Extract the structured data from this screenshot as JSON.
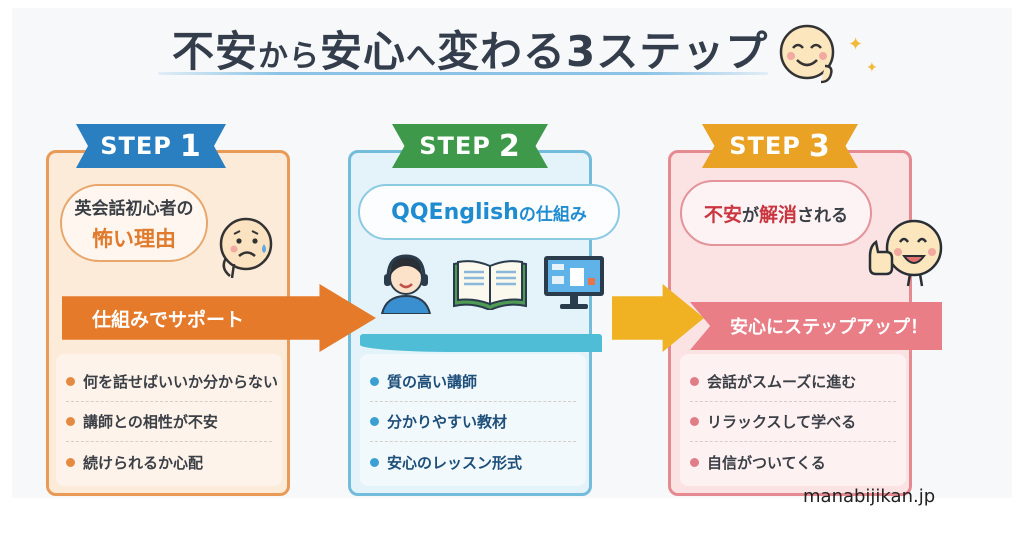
{
  "header": {
    "title_parts": [
      "不安",
      "から",
      "安心",
      "へ",
      "変わる",
      "3ステップ"
    ],
    "title_full": "不安から安心へ変わる3ステップ",
    "icon": "smiling-face-thumbs-up-icon"
  },
  "steps": [
    {
      "ribbon_label": "STEP",
      "ribbon_number": "1",
      "ribbon_color": "#2a7fc1",
      "border_color": "#e99a56",
      "cloud_line1": "英会話初心者の",
      "cloud_line2": "怖い理由",
      "character_icon": "worried-face-icon",
      "banner": "仕組みでサポート",
      "banner_color": "#e57a2a",
      "items": [
        "何を話せばいいか分からない",
        "講師との相性が不安",
        "続けられるか心配"
      ]
    },
    {
      "ribbon_label": "STEP",
      "ribbon_number": "2",
      "ribbon_color": "#3e9a4a",
      "border_color": "#74bcdc",
      "cloud_en": "QQEnglish",
      "cloud_jp": "の仕組み",
      "icons": [
        "teacher-headset-icon",
        "open-book-icon",
        "computer-monitor-icon"
      ],
      "items": [
        "質の高い講師",
        "分かりやすい教材",
        "安心のレッスン形式"
      ]
    },
    {
      "ribbon_label": "STEP",
      "ribbon_number": "3",
      "ribbon_color": "#e9a224",
      "border_color": "#e68a92",
      "cloud_parts": [
        "不安",
        "が",
        "解消",
        "される"
      ],
      "character_icon": "happy-face-thumbs-up-icon",
      "banner": "安心にステップアップ！",
      "banner_color": "#e97e87",
      "items": [
        "会話がスムーズに進む",
        "リラックスして学べる",
        "自信がついてくる"
      ]
    }
  ],
  "footer": {
    "watermark": "manabijikan.jp"
  }
}
